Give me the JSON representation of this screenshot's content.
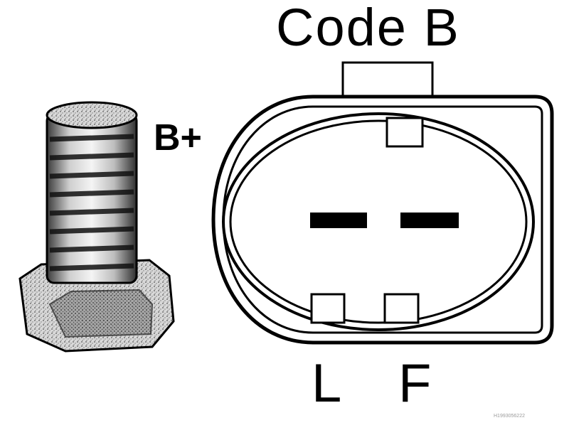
{
  "labels": {
    "connector_code": "Code B",
    "terminal_bplus": "B+",
    "pin_l": "L",
    "pin_f": "F"
  },
  "watermark": "H1993056222",
  "colors": {
    "ink": "#000000",
    "background": "#ffffff"
  }
}
